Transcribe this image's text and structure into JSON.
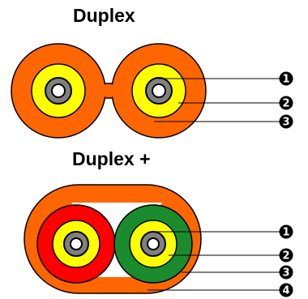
{
  "diagrams": {
    "top": {
      "title": "Duplex",
      "markers": [
        "1",
        "2",
        "3"
      ]
    },
    "bottom": {
      "title": "Duplex +",
      "markers": [
        "1",
        "2",
        "3",
        "4"
      ]
    }
  },
  "colors": {
    "jacket": "#ff6600",
    "sub_jacket_red": "#ff0000",
    "sub_jacket_green": "#1a8c2e",
    "buffer_yellow": "#ffff00",
    "fiber_gray": "#808080",
    "fiber_core": "#ffffff",
    "ink": "#000000"
  }
}
